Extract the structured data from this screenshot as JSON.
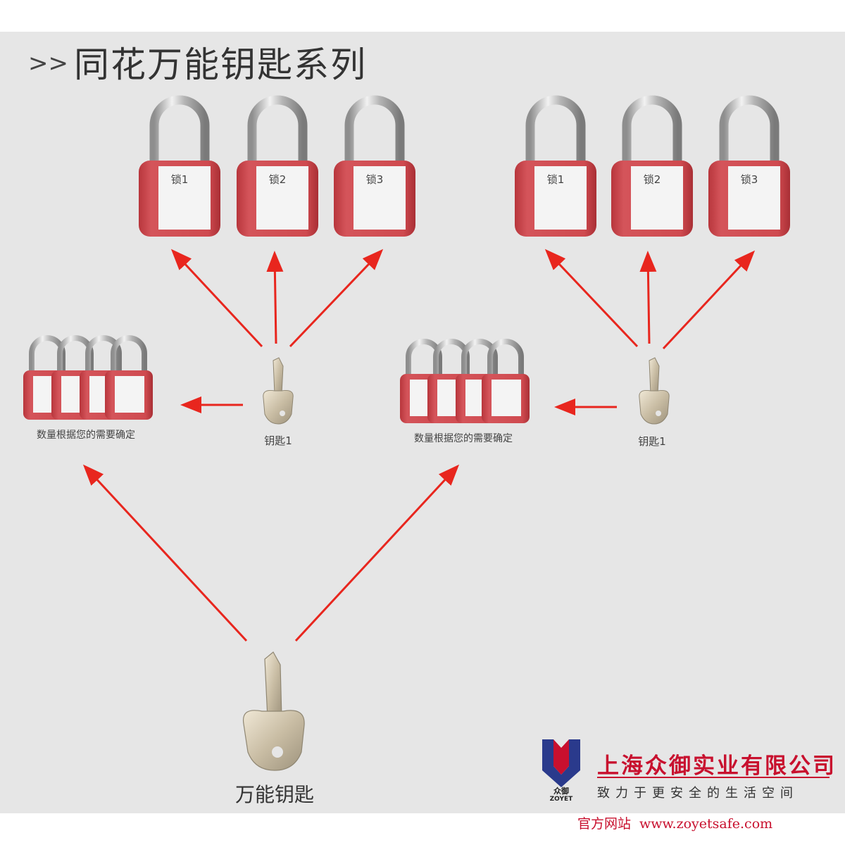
{
  "title": "同花万能钥匙系列",
  "title_prefix": ">>",
  "locks_top_left": [
    {
      "label": "锁1"
    },
    {
      "label": "锁2"
    },
    {
      "label": "锁3"
    }
  ],
  "locks_top_right": [
    {
      "label": "锁1"
    },
    {
      "label": "锁2"
    },
    {
      "label": "锁3"
    }
  ],
  "group_caption_left": "数量根据您的需要确定",
  "group_caption_right": "数量根据您的需要确定",
  "key_left_label": "钥匙1",
  "key_right_label": "钥匙1",
  "master_key_label": "万能钥匙",
  "company": {
    "name": "上海众御实业有限公司",
    "slogan": "致力于更安全的生活空间",
    "logo_cn": "众御",
    "logo_en": "ZOYET",
    "website_label": "官方网站",
    "website": "www.zoyetsafe.com"
  },
  "colors": {
    "lock_body": "#cf4a4f",
    "arrow": "#e8261e",
    "brand": "#c8102e",
    "background": "#e6e6e6"
  }
}
